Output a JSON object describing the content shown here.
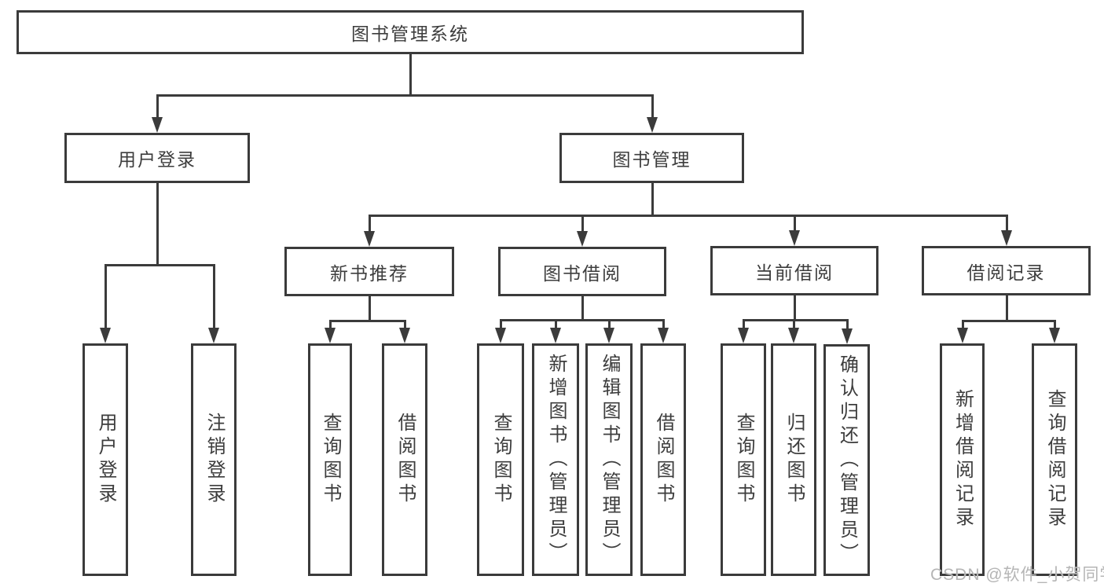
{
  "diagram": {
    "watermark": "CSDN @软件_小贺同学"
  },
  "colors": {
    "line": "#3b3b3b",
    "text": "#3d3d3d",
    "background": "#ffffff",
    "watermark": "#b5b5b5"
  },
  "nodes": [
    {
      "id": "root",
      "label": "图书管理系统",
      "parent": null
    },
    {
      "id": "user-login",
      "label": "用户登录",
      "parent": "root"
    },
    {
      "id": "book-mgmt",
      "label": "图书管理",
      "parent": "root"
    },
    {
      "id": "new-book-rec",
      "label": "新书推荐",
      "parent": "book-mgmt"
    },
    {
      "id": "book-borrow",
      "label": "图书借阅",
      "parent": "book-mgmt"
    },
    {
      "id": "current-borrow",
      "label": "当前借阅",
      "parent": "book-mgmt"
    },
    {
      "id": "borrow-records",
      "label": "借阅记录",
      "parent": "book-mgmt"
    },
    {
      "id": "user-login-action",
      "label": "用户登录",
      "parent": "user-login"
    },
    {
      "id": "user-logout-action",
      "label": "注销登录",
      "parent": "user-login"
    },
    {
      "id": "rec-query-book",
      "label": "查询图书",
      "parent": "new-book-rec"
    },
    {
      "id": "rec-borrow-book",
      "label": "借阅图书",
      "parent": "new-book-rec"
    },
    {
      "id": "borrow-query-book",
      "label": "查询图书",
      "parent": "book-borrow"
    },
    {
      "id": "borrow-add-book",
      "label": "新增图书（管理员）",
      "parent": "book-borrow"
    },
    {
      "id": "borrow-edit-book",
      "label": "编辑图书（管理员）",
      "parent": "book-borrow"
    },
    {
      "id": "borrow-borrow-book",
      "label": "借阅图书",
      "parent": "book-borrow"
    },
    {
      "id": "current-query-book",
      "label": "查询图书",
      "parent": "current-borrow"
    },
    {
      "id": "current-return-book",
      "label": "归还图书",
      "parent": "current-borrow"
    },
    {
      "id": "current-confirm-return",
      "label": "确认归还（管理员）",
      "parent": "current-borrow"
    },
    {
      "id": "records-add-record",
      "label": "新增借阅记录",
      "parent": "borrow-records"
    },
    {
      "id": "records-query-record",
      "label": "查询借阅记录",
      "parent": "borrow-records"
    }
  ]
}
